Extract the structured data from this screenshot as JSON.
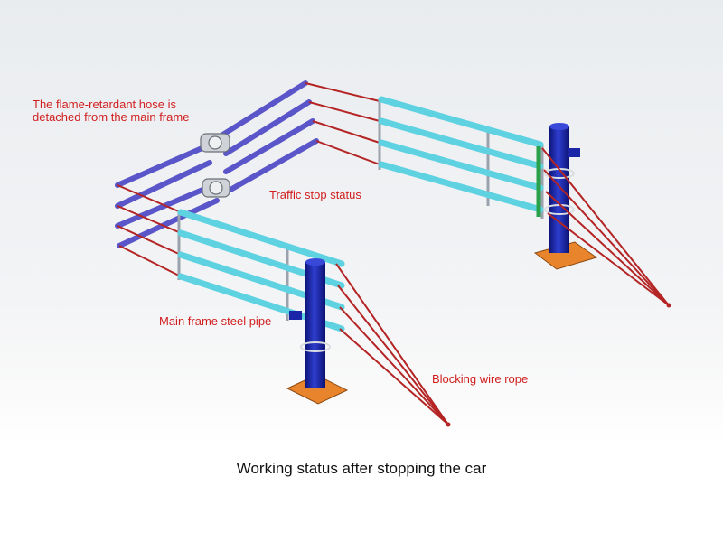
{
  "labels": {
    "hose_detached": "The flame-retardant hose is\ndetached from the main frame",
    "traffic_stop": "Traffic stop status",
    "main_frame_pipe": "Main frame steel pipe",
    "blocking_rope": "Blocking wire rope"
  },
  "caption": "Working status after stopping the car",
  "colors": {
    "label": "#d11f1f",
    "hose": "#5a55c8",
    "rail": "#5fd2e2",
    "post": "#1a25a8",
    "rope": "#b42424",
    "base": "#e8842c",
    "frame": "#9aa3ad"
  }
}
